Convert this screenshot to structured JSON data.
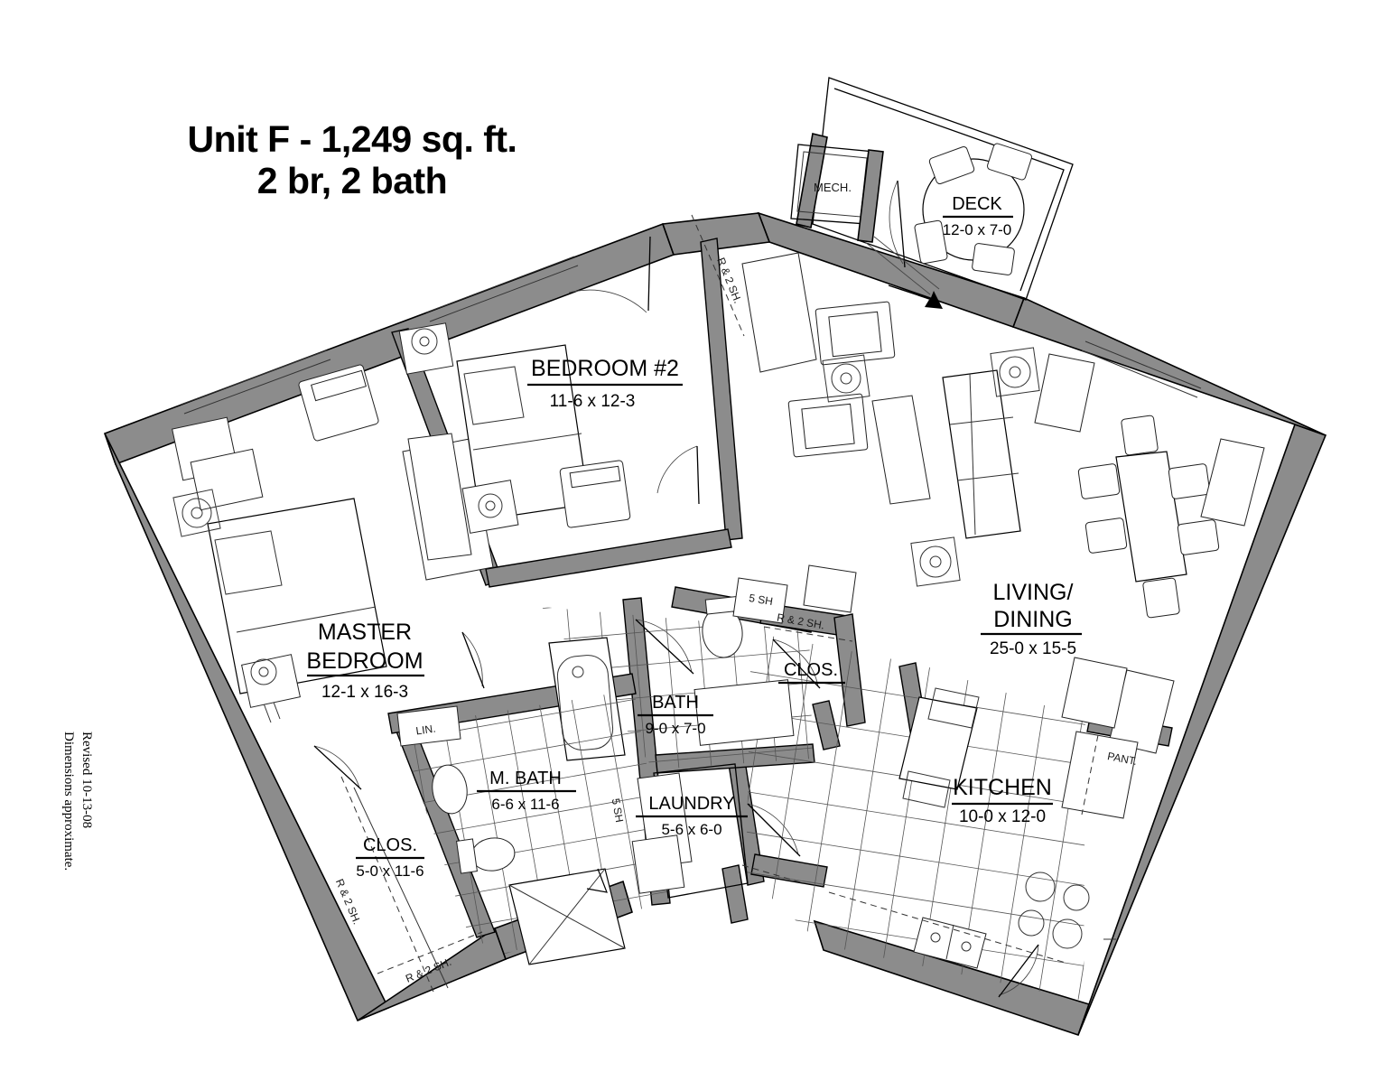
{
  "title": {
    "line1": "Unit F - 1,249 sq. ft.",
    "line2": "2 br, 2 bath"
  },
  "footnote": {
    "line1": "Revised 10-13-08",
    "line2": "Dimensions approximate."
  },
  "rooms": [
    {
      "id": "master-bedroom",
      "name_line1": "MASTER",
      "name_line2": "BEDROOM",
      "dimensions": "12-1 x 16-3"
    },
    {
      "id": "bedroom-2",
      "name": "BEDROOM #2",
      "dimensions": "11-6 x 12-3"
    },
    {
      "id": "living-dining",
      "name_line1": "LIVING/",
      "name_line2": "DINING",
      "dimensions": "25-0 x 15-5"
    },
    {
      "id": "kitchen",
      "name": "KITCHEN",
      "dimensions": "10-0 x 12-0"
    },
    {
      "id": "deck",
      "name": "DECK",
      "dimensions": "12-0 x 7-0"
    },
    {
      "id": "bath",
      "name": "BATH",
      "dimensions": "9-0 x 7-0"
    },
    {
      "id": "master-bath",
      "name": "M. BATH",
      "dimensions": "6-6 x 11-6"
    },
    {
      "id": "laundry",
      "name": "LAUNDRY",
      "dimensions": "5-6 x 6-0"
    },
    {
      "id": "master-closet",
      "name": "CLOS.",
      "dimensions": "5-0 x 11-6"
    },
    {
      "id": "hall-closet",
      "name": "CLOS.",
      "dimensions": ""
    }
  ],
  "annotations": {
    "mech": "MECH.",
    "pantry": "PANT.",
    "linen": "LIN.",
    "shelf_5sh_a": "5 SH",
    "shelf_5sh_b": "5 SH",
    "rod_shelf_a": "R & 2 SH.",
    "rod_shelf_b": "R & 2 SH.",
    "rod_shelf_c": "R & 2 SH.",
    "rod_shelf_d": "R & 2 SH."
  },
  "colors": {
    "wall_fill": "#8c8c8c",
    "outline": "#000000",
    "background": "#ffffff",
    "tile_line": "#555555"
  }
}
